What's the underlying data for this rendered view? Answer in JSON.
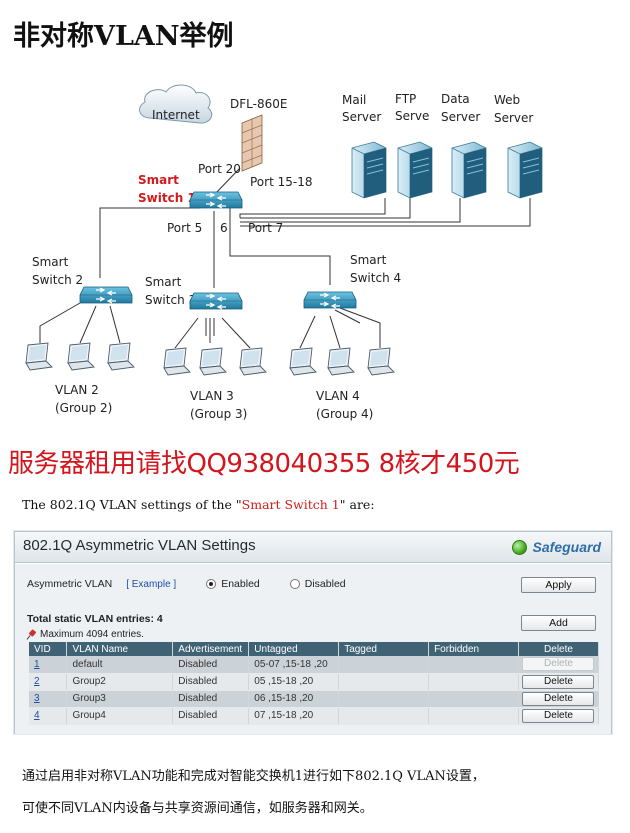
{
  "page_title": "非对称VLAN举例",
  "diagram": {
    "internet_label": "Internet",
    "firewall_label": "DFL-860E",
    "port20_label": "Port 20",
    "port1518_label": "Port 15-18",
    "switch1_label_line1": "Smart",
    "switch1_label_line2": "Switch 1",
    "port5_label": "Port 5",
    "port6_label": "6",
    "port7_label": "Port 7",
    "servers": [
      {
        "line1": "Mail",
        "line2": "Server"
      },
      {
        "line1": "FTP",
        "line2": "Serve"
      },
      {
        "line1": "Data",
        "line2": "Server"
      },
      {
        "line1": "Web",
        "line2": "Server"
      }
    ],
    "switch2_label_line1": "Smart",
    "switch2_label_line2": "Switch 2",
    "switch3_label_line1": "Smart",
    "switch3_label_line2": "Switch 3",
    "switch4_label_line1": "Smart",
    "switch4_label_line2": "Switch 4",
    "vlan2_line1": "VLAN 2",
    "vlan2_line2": "(Group 2)",
    "vlan3_line1": "VLAN 3",
    "vlan3_line2": "(Group 3)",
    "vlan4_line1": "VLAN 4",
    "vlan4_line2": "(Group 4)",
    "accent_red": "#d41b1b",
    "switch_color": "#2b8fb4"
  },
  "ad_banner": "服务器租用请找QQ938040355 8核才450元",
  "intro": {
    "prefix": "The 802.1Q VLAN settings of the \"",
    "highlight": "Smart Switch 1",
    "suffix": "\" are:"
  },
  "panel": {
    "title": "802.1Q Asymmetric VLAN Settings",
    "safeguard_label": "Safeguard",
    "asym_label": "Asymmetric VLAN",
    "example_link": "[ Example ]",
    "radio_enabled": "Enabled",
    "radio_disabled": "Disabled",
    "apply_button": "Apply",
    "add_button": "Add",
    "total_entries": "Total static VLAN entries: 4",
    "max_entries": "Maximum 4094 entries.",
    "table": {
      "headers": [
        "VID",
        "VLAN Name",
        "Advertisement",
        "Untagged",
        "Tagged",
        "Forbidden",
        "Delete"
      ],
      "rows": [
        {
          "vid": "1",
          "name": "default",
          "adv": "Disabled",
          "untagged": "05-07 ,15-18 ,20",
          "tagged": "",
          "forbidden": "",
          "delete": "Delete"
        },
        {
          "vid": "2",
          "name": "Group2",
          "adv": "Disabled",
          "untagged": "05 ,15-18 ,20",
          "tagged": "",
          "forbidden": "",
          "delete": "Delete"
        },
        {
          "vid": "3",
          "name": "Group3",
          "adv": "Disabled",
          "untagged": "06 ,15-18 ,20",
          "tagged": "",
          "forbidden": "",
          "delete": "Delete"
        },
        {
          "vid": "4",
          "name": "Group4",
          "adv": "Disabled",
          "untagged": "07 ,15-18 ,20",
          "tagged": "",
          "forbidden": "",
          "delete": "Delete"
        }
      ]
    },
    "header_color": "#3f6275",
    "link_color": "#1e4ea5"
  },
  "footer": {
    "line1": "通过启用非对称VLAN功能和完成对智能交换机1进行如下802.1Q VLAN设置，",
    "line2": "可使不同VLAN内设备与共享资源间通信，如服务器和网关。"
  }
}
